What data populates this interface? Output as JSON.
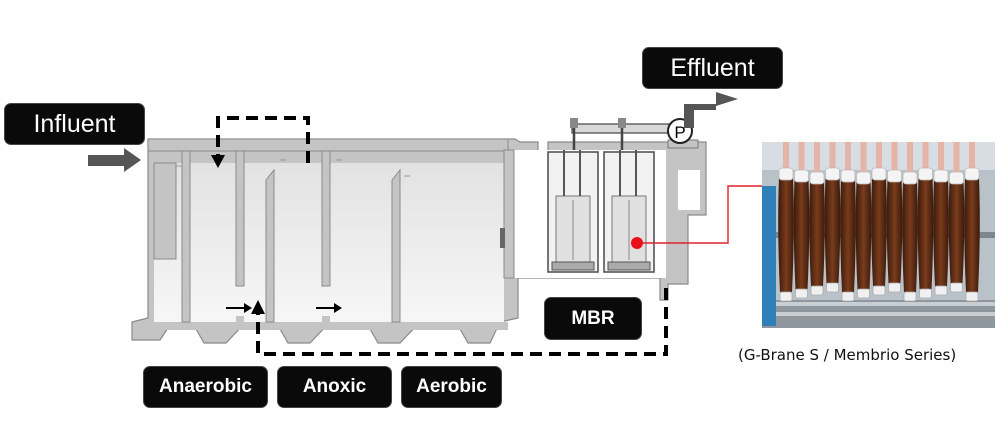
{
  "labels": {
    "influent": "Influent",
    "effluent": "Effluent",
    "mbr": "MBR",
    "anaerobic": "Anaerobic",
    "anoxic": "Anoxic",
    "aerobic": "Aerobic",
    "pump": "P"
  },
  "photo_caption": "(G-Brane S / Membrio Series)",
  "colors": {
    "tank": "#c4c4c4",
    "tank_edge": "#8a8a8a",
    "water": "#ebebeb",
    "label_bg": "#0a0a0a",
    "arrow": "#555555",
    "callout": "#e0202a"
  }
}
